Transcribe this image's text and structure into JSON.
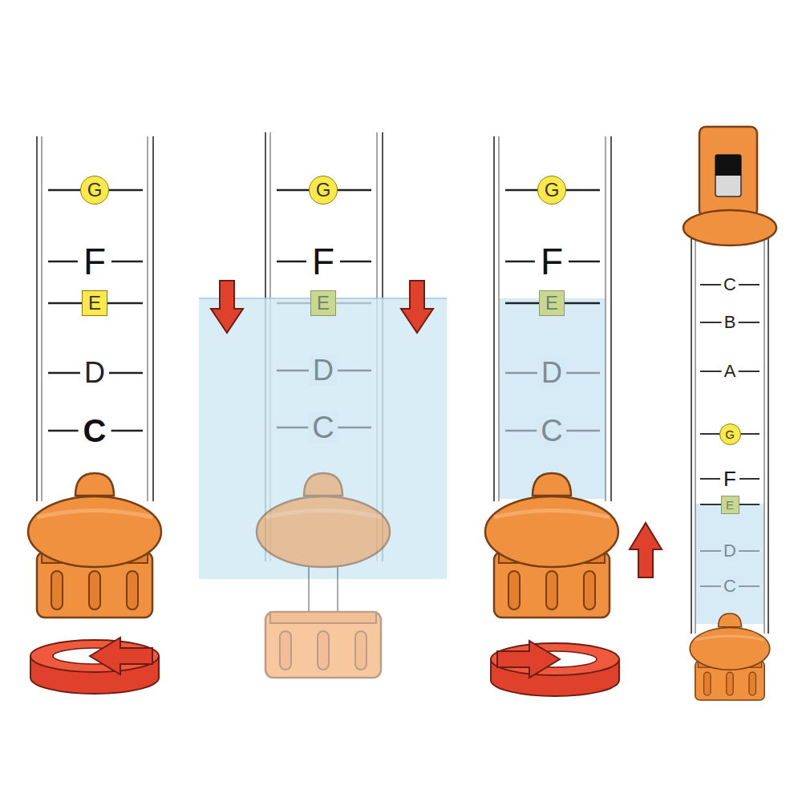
{
  "diagram": {
    "nodes": [
      {
        "text": [
          "G"
        ]
      },
      {
        "text": [
          "E"
        ]
      },
      {
        "text": [
          "G"
        ]
      },
      {
        "text": [
          "E"
        ]
      },
      {
        "text": [
          "G"
        ]
      },
      {
        "text": [
          "E"
        ]
      },
      {
        "text": [
          "G"
        ]
      },
      {
        "text": [
          "E"
        ]
      }
    ],
    "labels": [
      "F",
      "D",
      "C",
      "F",
      "D",
      "C",
      "F",
      "D",
      "C",
      "C",
      "B",
      "A",
      "F",
      "D",
      "C"
    ]
  }
}
